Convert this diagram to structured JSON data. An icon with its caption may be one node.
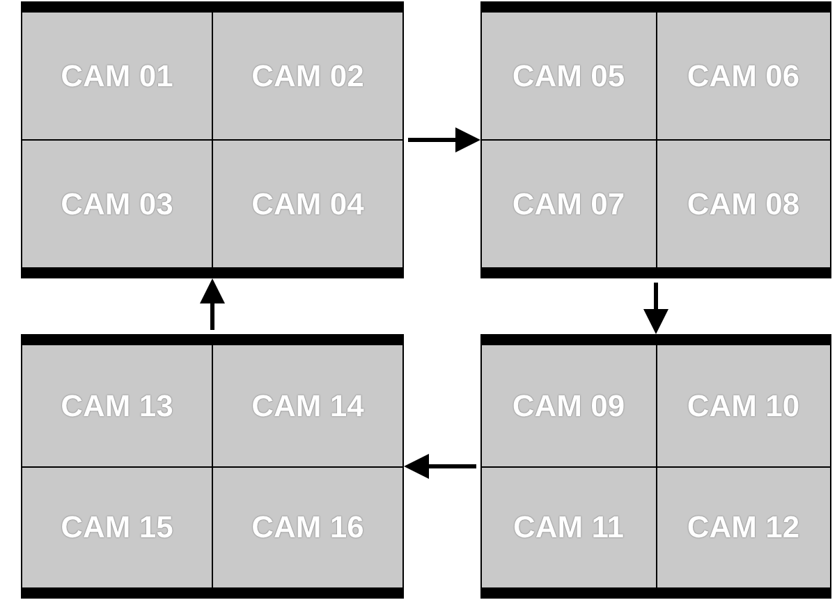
{
  "diagram": {
    "nodes": [
      {
        "text": [],
        "shape": "box"
      },
      {
        "text": [
          "CAM 01"
        ],
        "in": 0
      },
      {
        "text": [
          "CAM 02"
        ],
        "in": 0
      },
      {
        "text": [
          "CAM 03"
        ],
        "in": 0
      },
      {
        "text": [
          "CAM 04"
        ],
        "in": 0
      },
      {
        "text": [],
        "shape": "box"
      },
      {
        "text": [
          "CAM 05"
        ],
        "in": 5
      },
      {
        "text": [
          "CAM 06"
        ],
        "in": 5
      },
      {
        "text": [
          "CAM 07"
        ],
        "in": 5
      },
      {
        "text": [
          "CAM 08"
        ],
        "in": 5
      },
      {
        "text": [],
        "shape": "box"
      },
      {
        "text": [
          "CAM 13"
        ],
        "in": 10
      },
      {
        "text": [
          "CAM 14"
        ],
        "in": 10
      },
      {
        "text": [
          "CAM 15"
        ],
        "in": 10
      },
      {
        "text": [
          "CAM 16"
        ],
        "in": 10
      },
      {
        "text": [],
        "shape": "box"
      },
      {
        "text": [
          "CAM 09"
        ],
        "in": 15
      },
      {
        "text": [
          "CAM 10"
        ],
        "in": 15
      },
      {
        "text": [
          "CAM 11"
        ],
        "in": 15
      },
      {
        "text": [
          "CAM 12"
        ],
        "in": 15
      }
    ],
    "edges": [
      {
        "from": 0,
        "to": 5,
        "arrow": "to"
      },
      {
        "from": 5,
        "to": 15,
        "arrow": "to"
      },
      {
        "from": 15,
        "to": 10,
        "arrow": "to"
      },
      {
        "from": 10,
        "to": 0,
        "arrow": "to"
      }
    ]
  }
}
